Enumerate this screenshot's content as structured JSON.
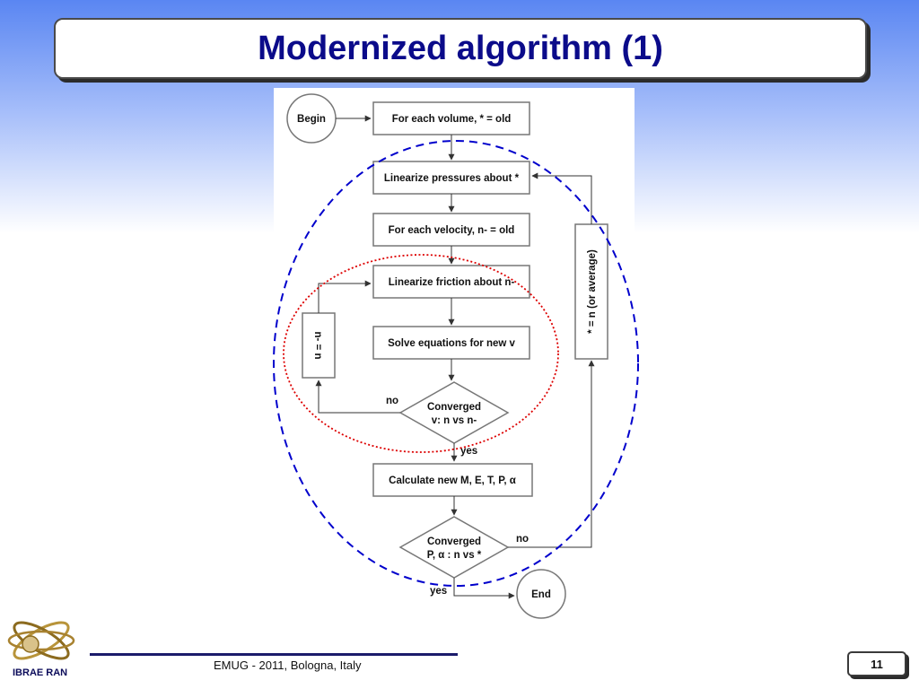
{
  "slide": {
    "title": "Modernized algorithm (1)",
    "footer": "EMUG - 2011, Bologna, Italy",
    "page_number": "11",
    "logo_text": "IBRAE RAN"
  },
  "flowchart": {
    "begin": "Begin",
    "end": "End",
    "step_volume": "For each volume, * = old",
    "step_linearize_pressures": "Linearize pressures about *",
    "step_velocity": "For each velocity, n- = old",
    "step_linearize_friction": "Linearize friction about n-",
    "step_solve": "Solve equations for new v",
    "decision_1_line1": "Converged",
    "decision_1_line2": "v: n vs n-",
    "step_calculate": "Calculate new M, E, T, P, α",
    "decision_2_line1": "Converged",
    "decision_2_line2": "P, α : n vs *",
    "inner_loop_box": "n- = n",
    "outer_loop_box": "* = n (or average)",
    "label_no_1": "no",
    "label_yes_1": "yes",
    "label_no_2": "no",
    "label_yes_2": "yes",
    "colors": {
      "outer_loop_ellipse": "#0000cc",
      "inner_loop_ellipse": "#dd0000"
    }
  }
}
